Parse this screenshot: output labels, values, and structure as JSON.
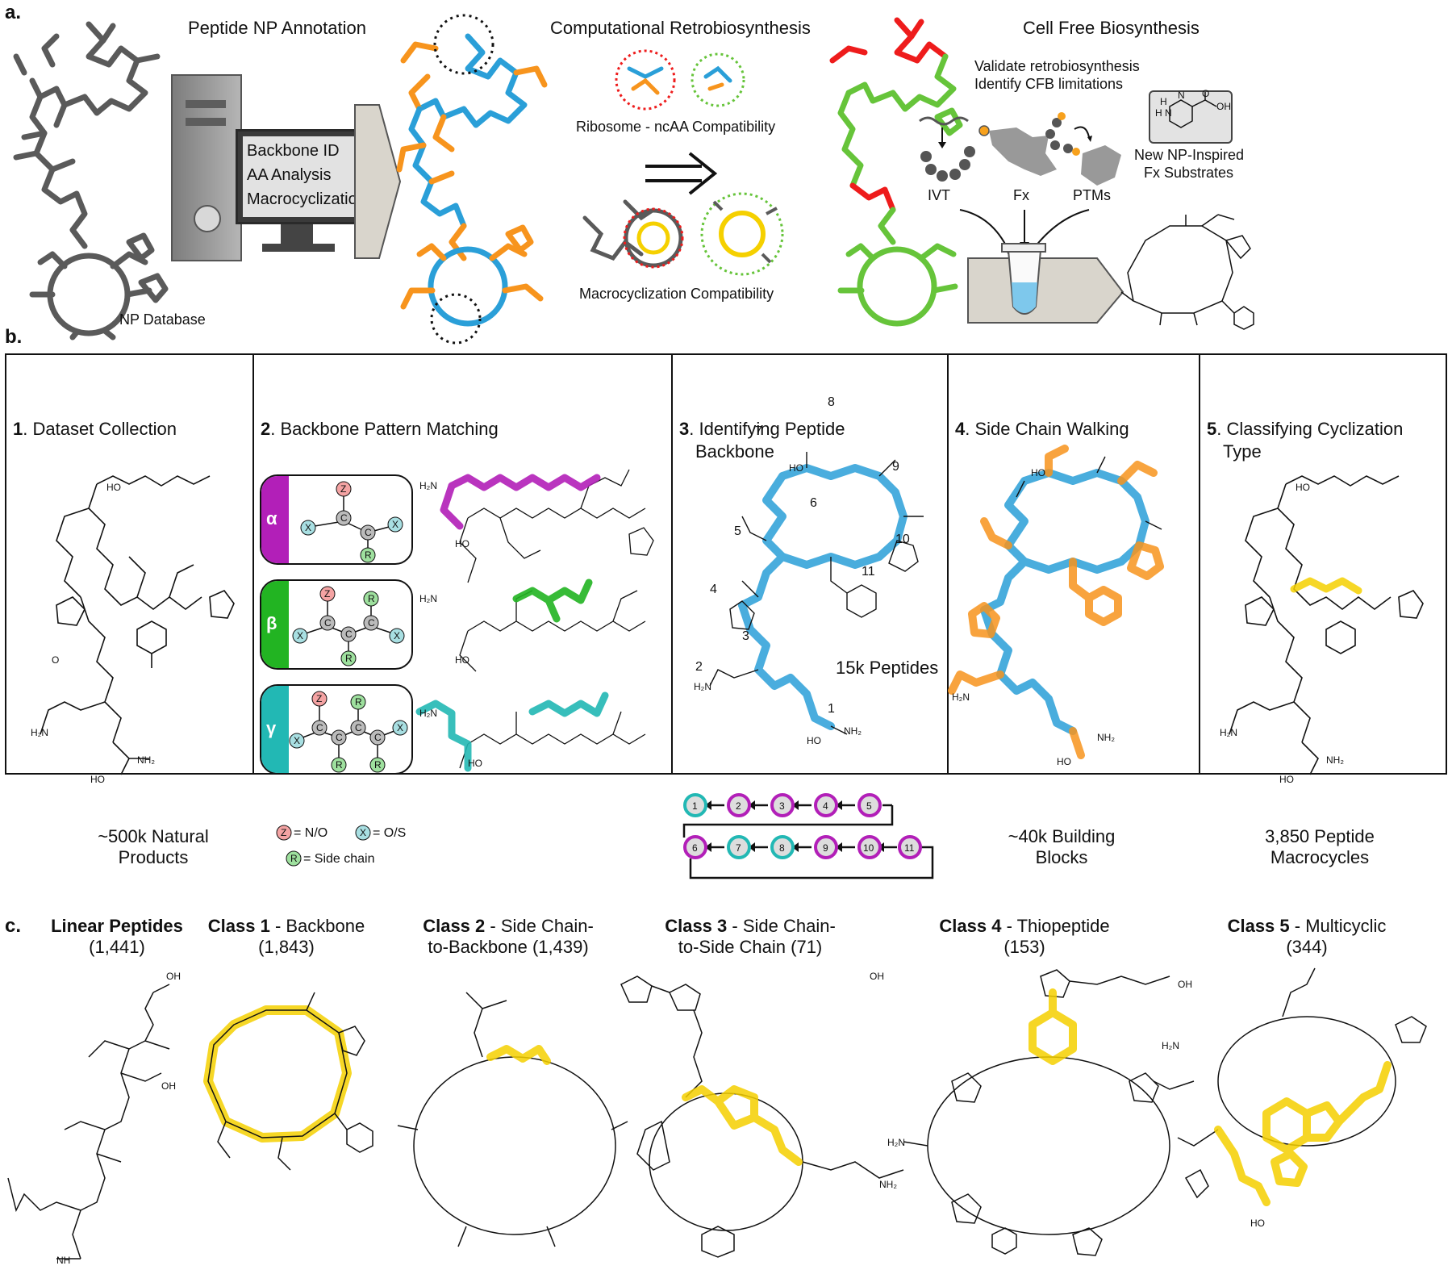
{
  "panel_a": {
    "letter": "a.",
    "db_label": "NP Database",
    "annotation_title": "Peptide NP Annotation",
    "computer_lines": [
      "Backbone ID",
      "AA Analysis",
      "Macrocyclization"
    ],
    "retro_title": "Computational Retrobiosynthesis",
    "ribosome_label": "Ribosome - ncAA Compatibility",
    "macro_label": "Macrocyclization Compatibility",
    "cfb_title": "Cell Free Biosynthesis",
    "cfb_note_1": "Validate retrobiosynthesis",
    "cfb_note_2": "Identify CFB limitations",
    "ivt": "IVT",
    "fx": "Fx",
    "ptms": "PTMs",
    "substrate_1": "New NP-Inspired",
    "substrate_2": "Fx Substrates",
    "substrate_atoms": [
      "H",
      "N",
      "N",
      "H",
      "O",
      "OH"
    ]
  },
  "panel_b": {
    "letter": "b.",
    "steps": [
      {
        "num": "1",
        "title": ". Dataset Collection",
        "title2": "",
        "footer_1": "~500k Natural",
        "footer_2": "Products"
      },
      {
        "num": "2",
        "title": ". Backbone Pattern Matching",
        "title2": "",
        "footer_1": "",
        "footer_2": ""
      },
      {
        "num": "3",
        "title": ". Identifying Peptide",
        "title2": "Backbone",
        "footer_1": "15k Peptides",
        "footer_2": ""
      },
      {
        "num": "4",
        "title": ". Side Chain Walking",
        "title2": "",
        "footer_1": "~40k Building",
        "footer_2": "Blocks"
      },
      {
        "num": "5",
        "title": ". Classifying Cyclization",
        "title2": "Type",
        "footer_1": "3,850 Peptide",
        "footer_2": "Macrocycles"
      }
    ],
    "greek": [
      "α",
      "β",
      "γ"
    ],
    "atoms": {
      "z": "Z",
      "x": "X",
      "c": "C",
      "r": "R"
    },
    "legend": {
      "z": "= N/O",
      "x": "= O/S",
      "r": "= Side chain"
    },
    "backbone_numbers": [
      "1",
      "2",
      "3",
      "4",
      "5",
      "6",
      "7",
      "8",
      "9",
      "10",
      "11"
    ],
    "chain_row1": [
      "1",
      "2",
      "3",
      "4",
      "5"
    ],
    "chain_row2": [
      "6",
      "7",
      "8",
      "9",
      "10",
      "11"
    ],
    "colors": {
      "alpha": "#b21fb8",
      "beta": "#22b422",
      "gamma": "#22b8b4",
      "blue": "#2a9fd8",
      "orange": "#f7941d",
      "yellow": "#f5d000",
      "red": "#ee1c1c",
      "green": "#66c43a",
      "grey": "#5a5a5a"
    }
  },
  "panel_c": {
    "letter": "c.",
    "classes": [
      {
        "bold": "Linear Peptides",
        "rest": "",
        "line2": "(1,441)"
      },
      {
        "bold": "Class 1",
        "rest": " - Backbone",
        "line2": "(1,843)"
      },
      {
        "bold": "Class 2",
        "rest": " - Side Chain-",
        "line2": "to-Backbone (1,439)"
      },
      {
        "bold": "Class 3",
        "rest": " - Side Chain-",
        "line2": "to-Side Chain (71)"
      },
      {
        "bold": "Class 4",
        "rest": " - Thiopeptide",
        "line2": "(153)"
      },
      {
        "bold": "Class 5",
        "rest": " - Multicyclic",
        "line2": "(344)"
      }
    ]
  }
}
